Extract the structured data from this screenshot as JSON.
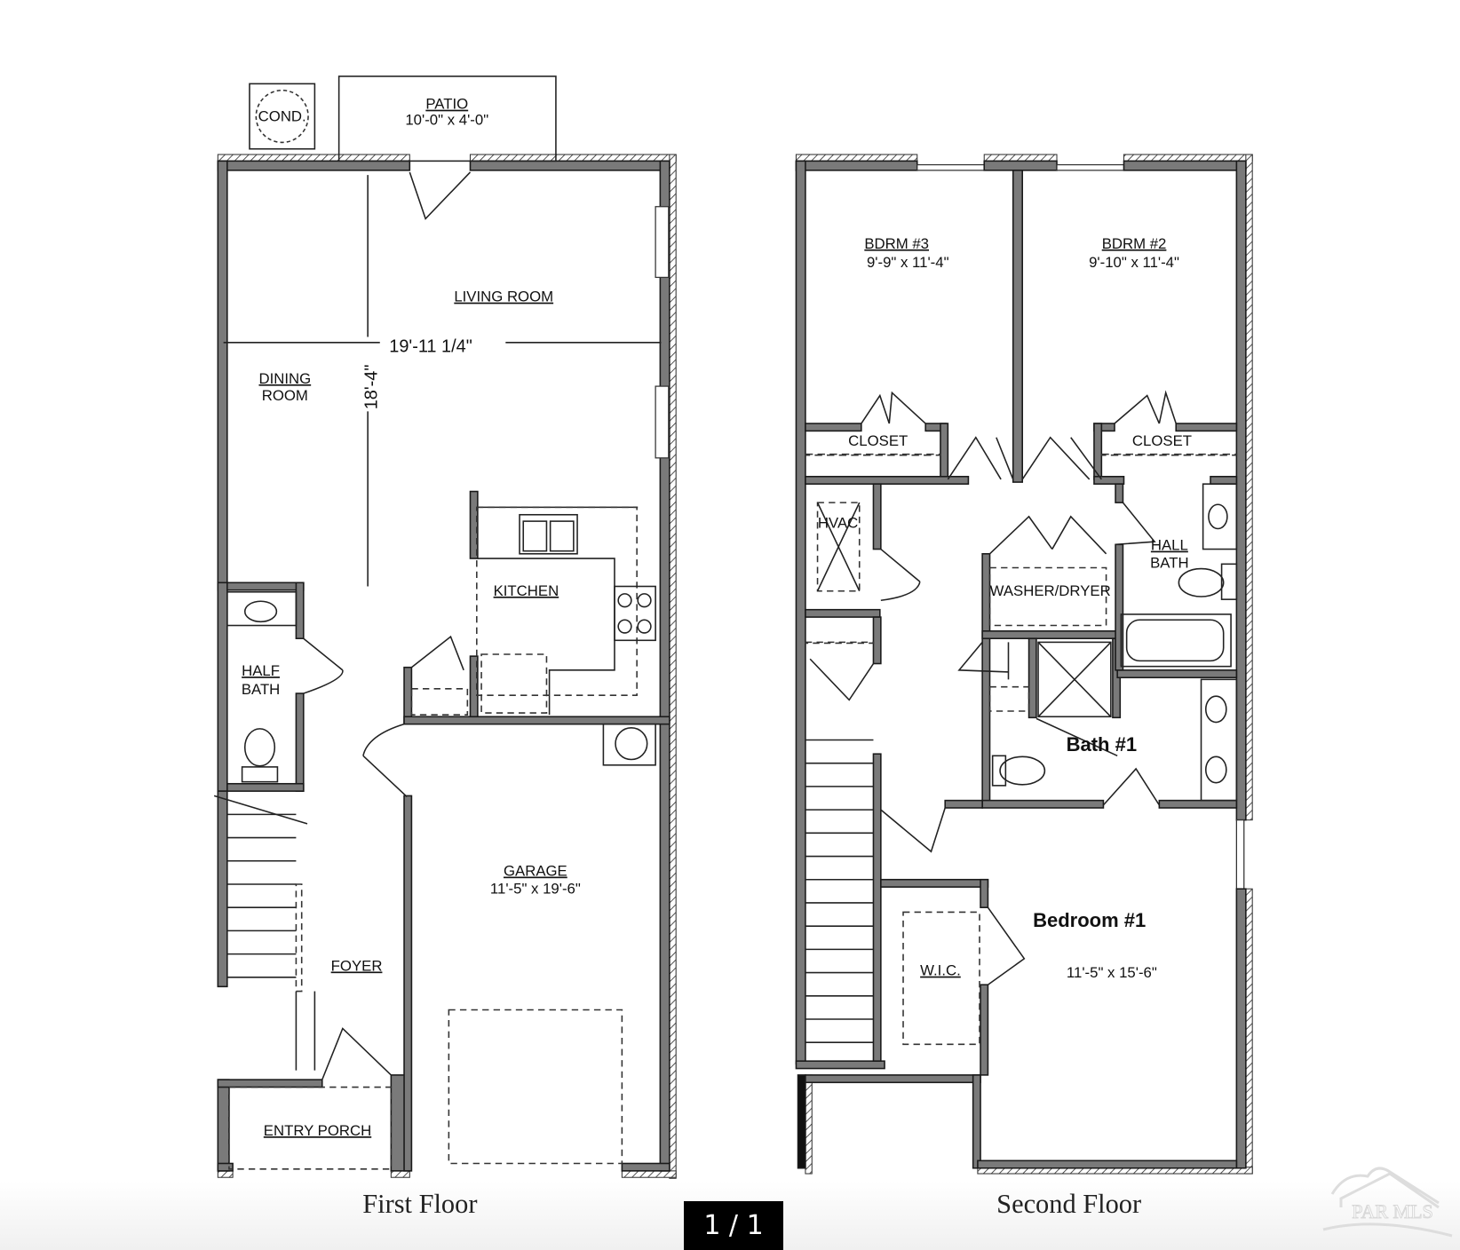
{
  "first_floor": {
    "caption": "First Floor",
    "rooms": {
      "cond": "COND.",
      "patio": "PATIO",
      "patio_dims": "10'-0\" x 4'-0\"",
      "living_room": "LIVING ROOM",
      "dining_room_1": "DINING",
      "dining_room_2": "ROOM",
      "kitchen": "KITCHEN",
      "half_bath_1": "HALF",
      "half_bath_2": "BATH",
      "garage": "GARAGE",
      "garage_dims": "11'-5\" x 19'-6\"",
      "foyer": "FOYER",
      "entry_porch": "ENTRY PORCH"
    },
    "dimensions": {
      "horizontal": "19'-11 1/4\"",
      "vertical": "18'-4\""
    }
  },
  "second_floor": {
    "caption": "Second Floor",
    "rooms": {
      "bdrm3": "BDRM #3",
      "bdrm3_dims": "9'-9\" x 11'-4\"",
      "bdrm2": "BDRM #2",
      "bdrm2_dims": "9'-10\" x 11'-4\"",
      "closet_left": "CLOSET",
      "closet_right": "CLOSET",
      "hvac": "HVAC",
      "washer_dryer": "WASHER/DRYER",
      "hall_bath_1": "HALL",
      "hall_bath_2": "BATH",
      "bath1": "Bath #1",
      "bedroom1": "Bedroom #1",
      "bedroom1_dims": "11'-5\" x 15'-6\"",
      "wic": "W.I.C."
    }
  },
  "pager": "1 / 1",
  "watermark": "PAR MLS"
}
